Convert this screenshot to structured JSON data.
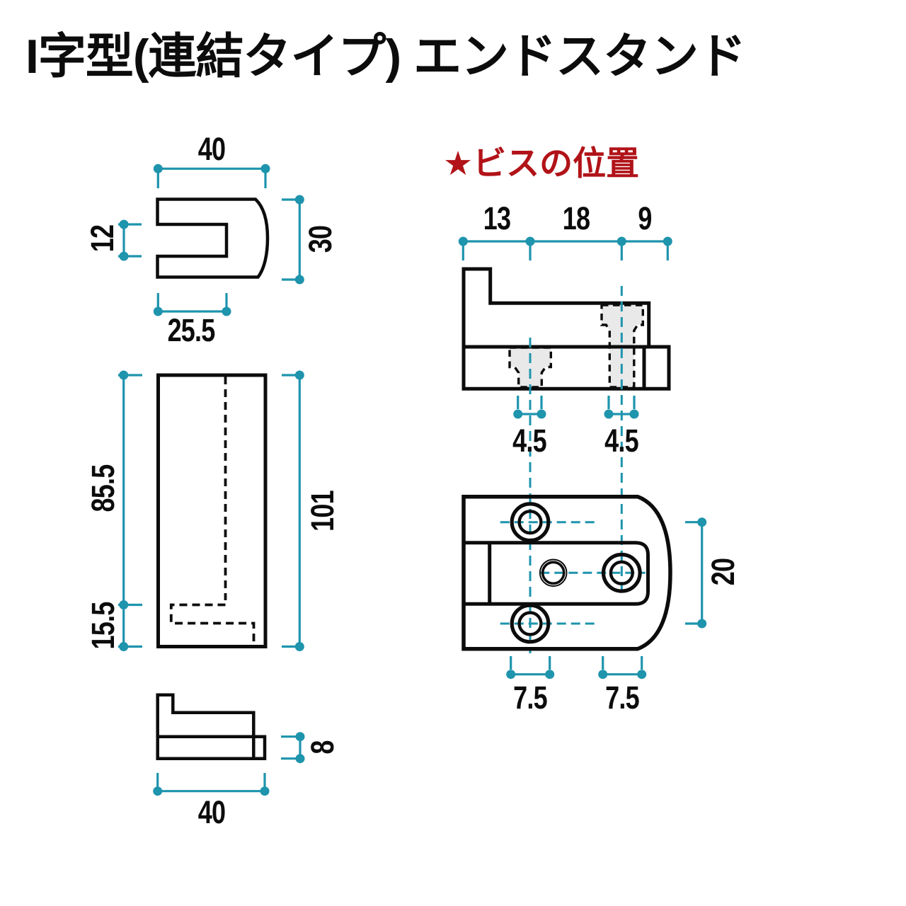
{
  "title": "I字型(連結タイプ) エンドスタンド",
  "screw_position_label": "★ビスの位置",
  "colors": {
    "line": "#0c0c0c",
    "dimension_teal": "#1e94ad",
    "accent_red": "#b11318",
    "screw_fill": "#e9e9e9",
    "background": "#ffffff"
  },
  "dims": {
    "profile": {
      "width": "40",
      "notch_height": "12",
      "height": "30",
      "notch_depth": "25.5"
    },
    "front": {
      "upper": "85.5",
      "lower": "15.5",
      "total_height": "101"
    },
    "side": {
      "base_thickness": "8",
      "width": "40"
    },
    "screw_side": {
      "seg_left": "13",
      "seg_mid": "18",
      "seg_right": "9",
      "screw1_dia": "4.5",
      "screw2_dia": "4.5"
    },
    "screw_top": {
      "hole_pitch": "20",
      "hole1_dia": "7.5",
      "hole2_dia": "7.5"
    }
  }
}
